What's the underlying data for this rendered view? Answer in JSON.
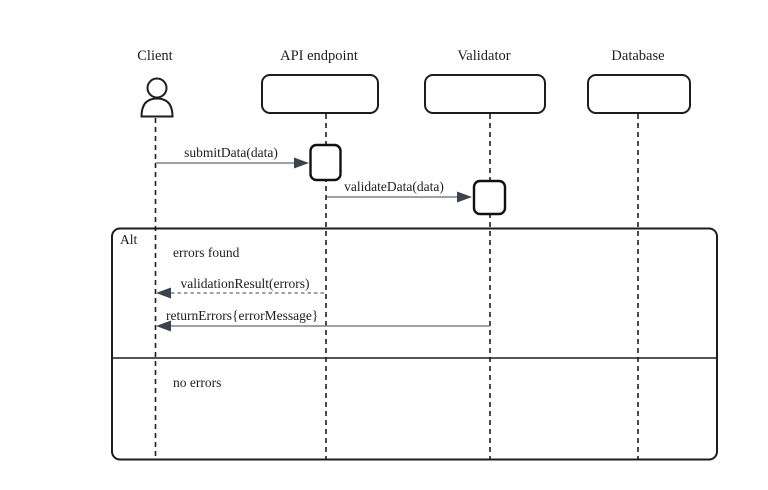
{
  "diagram": {
    "type": "uml-sequence",
    "participants": [
      {
        "name": "Client",
        "kind": "actor"
      },
      {
        "name": "API endpoint",
        "kind": "object"
      },
      {
        "name": "Validator",
        "kind": "object"
      },
      {
        "name": "Database",
        "kind": "object"
      }
    ],
    "messages": [
      {
        "label": "submitData(data)",
        "from": "Client",
        "to": "API endpoint",
        "line": "solid"
      },
      {
        "label": "validateData(data)",
        "from": "API endpoint",
        "to": "Validator",
        "line": "solid"
      },
      {
        "label": "validationResult(errors)",
        "from": "API endpoint",
        "to": "Client",
        "line": "dashed"
      },
      {
        "label": "returnErrors{errorMessage}",
        "from": "Validator",
        "to": "Client",
        "line": "solid"
      }
    ],
    "frame": {
      "operator": "Alt",
      "sections": [
        {
          "guard": "errors found"
        },
        {
          "guard": "no errors"
        }
      ]
    },
    "colors": {
      "stroke": "#1d1d1d",
      "arrow_line": "#7b828e",
      "arrow_head": "#3d434e",
      "background": "#ffffff"
    }
  }
}
